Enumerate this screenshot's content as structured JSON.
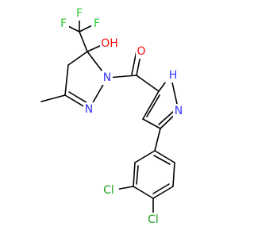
{
  "molecule": {
    "atoms": {
      "F1": "F",
      "F2": "F",
      "F3": "F",
      "OH": "OH",
      "O": "O",
      "N1": "N",
      "N2": "N",
      "NH": "H",
      "N4": "N",
      "Cl1": "Cl",
      "Cl2": "Cl"
    }
  },
  "colors": {
    "carbon_bond": "#000000",
    "nitrogen": "#3333ff",
    "oxygen": "#ff0d0d",
    "fluorine": "#33cc33",
    "chlorine": "#1fa01f"
  }
}
